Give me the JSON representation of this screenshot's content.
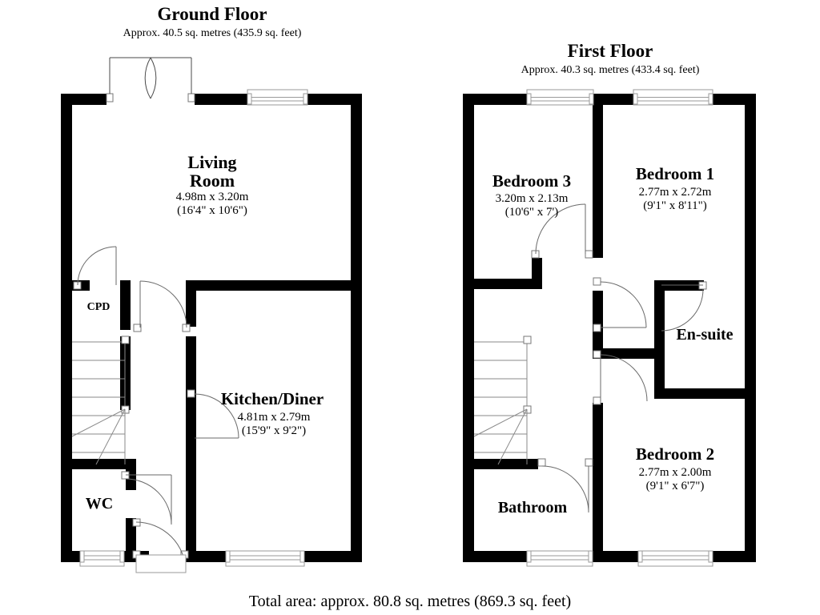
{
  "document": {
    "type": "floor-plan",
    "footer": "Total area: approx. 80.8 sq. metres (869.3 sq. feet)"
  },
  "floors": [
    {
      "id": "ground",
      "title": "Ground Floor",
      "area": "Approx. 40.5 sq. metres (435.9 sq. feet)",
      "rooms": [
        {
          "id": "living-room",
          "name": "Living",
          "name2": "Room",
          "metric": "4.98m x 3.20m",
          "imperial": "(16'4\" x 10'6\")"
        },
        {
          "id": "kitchen-diner",
          "name": "Kitchen/Diner",
          "name2": "",
          "metric": "4.81m x 2.79m",
          "imperial": "(15'9\" x 9'2\")"
        },
        {
          "id": "cpd",
          "name": "CPD",
          "name2": "",
          "metric": "",
          "imperial": ""
        },
        {
          "id": "wc",
          "name": "WC",
          "name2": "",
          "metric": "",
          "imperial": ""
        }
      ]
    },
    {
      "id": "first",
      "title": "First Floor",
      "area": "Approx. 40.3 sq. metres (433.4 sq. feet)",
      "rooms": [
        {
          "id": "bedroom-3",
          "name": "Bedroom 3",
          "name2": "",
          "metric": "3.20m x 2.13m",
          "imperial": "(10'6\" x 7')"
        },
        {
          "id": "bedroom-1",
          "name": "Bedroom 1",
          "name2": "",
          "metric": "2.77m x 2.72m",
          "imperial": "(9'1\" x 8'11\")"
        },
        {
          "id": "bedroom-2",
          "name": "Bedroom 2",
          "name2": "",
          "metric": "2.77m x 2.00m",
          "imperial": "(9'1\" x 6'7\")"
        },
        {
          "id": "en-suite",
          "name": "En-suite",
          "name2": "",
          "metric": "",
          "imperial": ""
        },
        {
          "id": "bathroom",
          "name": "Bathroom",
          "name2": "",
          "metric": "",
          "imperial": ""
        }
      ]
    }
  ],
  "colors": {
    "wall": "#000000",
    "background": "#ffffff",
    "door_arc": "#555555",
    "window_frame": "#888888",
    "stair_line": "#8a8a8a"
  }
}
